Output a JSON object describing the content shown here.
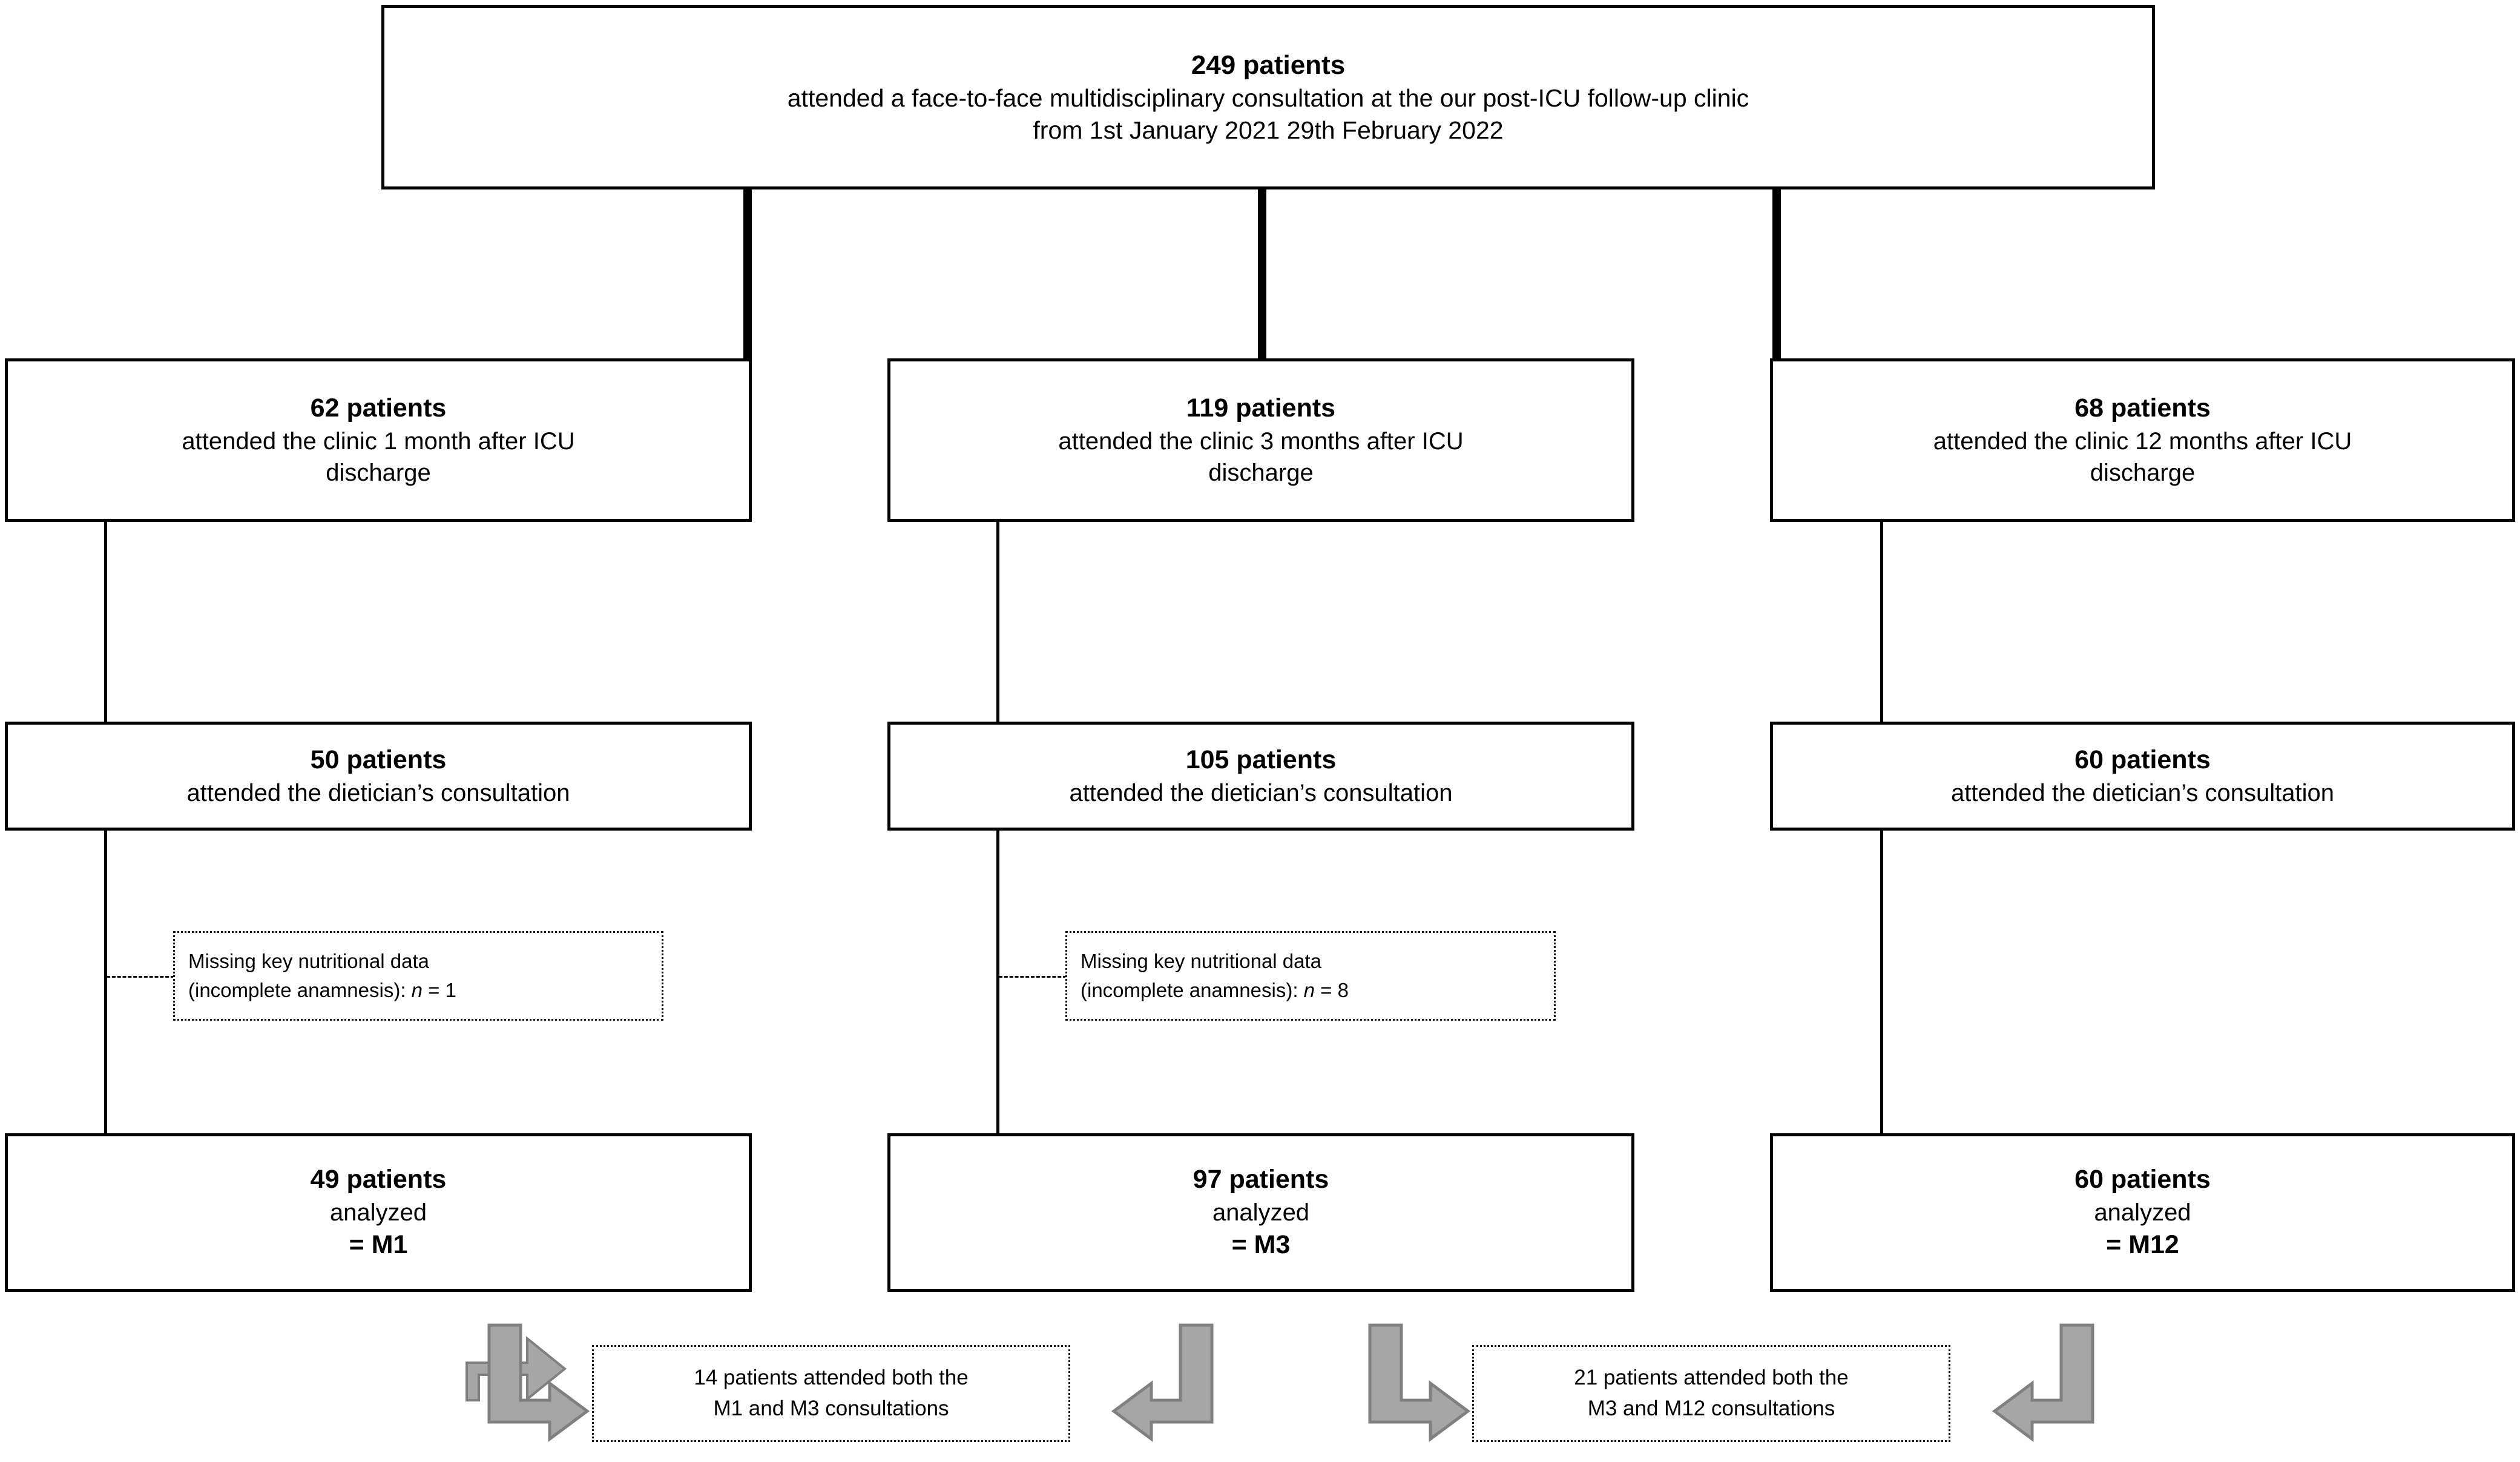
{
  "diagram": {
    "title": "Patient flow through post-ICU follow-up clinic",
    "colors": {
      "box_border": "#000000",
      "connector": "#000000",
      "arrow_fill": "#a6a6a6",
      "arrow_stroke": "#7f7f7f",
      "background": "#ffffff"
    }
  },
  "top_box": {
    "count": "249 patients",
    "line2": "attended a face-to-face multidisciplinary consultation at the our post-ICU follow-up clinic",
    "line3": "from 1st January 2021 29th February 2022"
  },
  "columns": [
    {
      "id": "m1",
      "attended": {
        "count": "62 patients",
        "line2": "attended the clinic 1 month after ICU",
        "line3": "discharge"
      },
      "dietician": {
        "count": "50 patients",
        "line2": "attended the dietician’s consultation"
      },
      "exclusion": {
        "line1": "Missing key nutritional data",
        "line2_pre": "(incomplete anamnesis): ",
        "line2_italic": "n",
        "line2_post": " = 1"
      },
      "analyzed": {
        "count": "49 patients",
        "line2": "analyzed",
        "line3": "= M1"
      }
    },
    {
      "id": "m3",
      "attended": {
        "count": "119 patients",
        "line2": "attended the clinic 3 months after ICU",
        "line3": "discharge"
      },
      "dietician": {
        "count": "105 patients",
        "line2": "attended the dietician’s consultation"
      },
      "exclusion": {
        "line1": "Missing key nutritional data",
        "line2_pre": "(incomplete anamnesis): ",
        "line2_italic": "n",
        "line2_post": " = 8"
      },
      "analyzed": {
        "count": "97 patients",
        "line2": "analyzed",
        "line3": "= M3"
      }
    },
    {
      "id": "m12",
      "attended": {
        "count": "68 patients",
        "line2": "attended the clinic 12 months after ICU",
        "line3": "discharge"
      },
      "dietician": {
        "count": "60 patients",
        "line2": "attended the dietician’s consultation"
      },
      "exclusion": null,
      "analyzed": {
        "count": "60 patients",
        "line2": "analyzed",
        "line3": "= M12"
      }
    }
  ],
  "overlap_notes": [
    {
      "id": "m1-m3",
      "line1": "14 patients attended both the",
      "line2": "M1 and M3 consultations"
    },
    {
      "id": "m3-m12",
      "line1": "21 patients attended both the",
      "line2": "M3 and M12 consultations"
    }
  ]
}
